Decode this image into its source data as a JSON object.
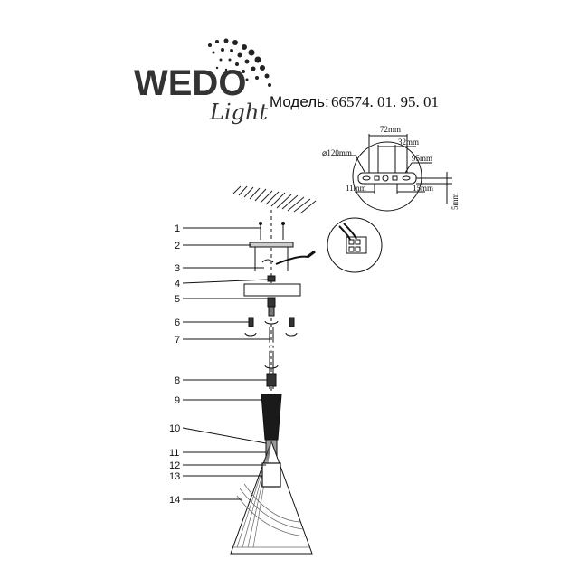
{
  "header": {
    "brand": "WEDO",
    "brand_script": "Light",
    "model_label": "Модель:",
    "model_number": "66574. 01. 95. 01"
  },
  "dimensions": {
    "diameter": "⌀120mm",
    "d72": "72mm",
    "d32": "32mm",
    "d95": "95mm",
    "d11": "11mm",
    "d15": "15mm",
    "d5": "5mm"
  },
  "parts": [
    "1",
    "2",
    "3",
    "4",
    "5",
    "6",
    "7",
    "8",
    "9",
    "10",
    "11",
    "12",
    "13",
    "14"
  ]
}
